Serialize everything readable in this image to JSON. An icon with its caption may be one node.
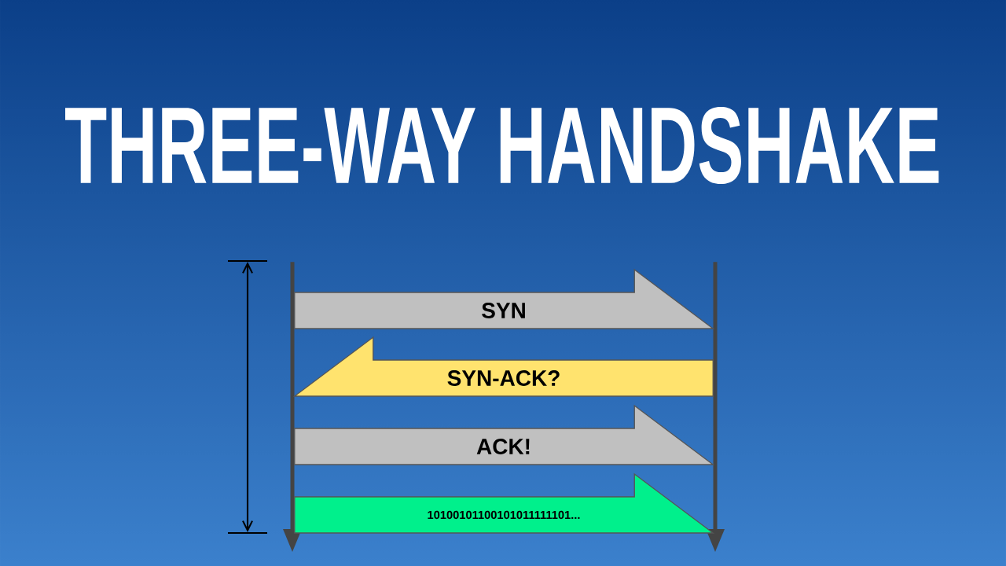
{
  "diagram": {
    "title": "THREE-WAY HANDSHAKE",
    "nodes": [
      {
        "text": [],
        "shape": "bar"
      },
      {
        "text": [],
        "shape": "bar"
      }
    ],
    "edges": [
      {
        "from": 0,
        "to": 1,
        "arrow": "to",
        "label": "SYN"
      },
      {
        "from": 1,
        "to": 0,
        "arrow": "to",
        "label": "SYN-ACK?",
        "color": "#ffe36e"
      },
      {
        "from": 0,
        "to": 1,
        "arrow": "to",
        "label": "ACK!"
      },
      {
        "from": 0,
        "to": 1,
        "arrow": "to",
        "label": "10100101100101011111101...",
        "color": "#00f08c"
      }
    ]
  }
}
